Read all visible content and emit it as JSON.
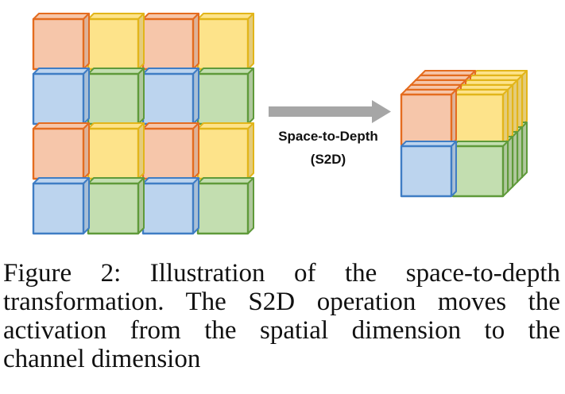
{
  "diagram": {
    "operation_label_line1": "Space-to-Depth",
    "operation_label_line2": "(S2D)",
    "colors": {
      "orange_face": "#f6c6aa",
      "orange_edge": "#e46c1f",
      "yellow_face": "#fde38a",
      "yellow_edge": "#e2b51a",
      "blue_face": "#bcd4ee",
      "blue_edge": "#3f7dc4",
      "green_face": "#c3deb0",
      "green_edge": "#5f9a3a",
      "arrow": "#a6a6a6"
    },
    "input_grid": [
      [
        "orange",
        "yellow",
        "orange",
        "yellow"
      ],
      [
        "blue",
        "green",
        "blue",
        "green"
      ],
      [
        "orange",
        "yellow",
        "orange",
        "yellow"
      ],
      [
        "blue",
        "green",
        "blue",
        "green"
      ]
    ],
    "output_stack_front": [
      [
        "orange",
        "yellow"
      ],
      [
        "blue",
        "green"
      ]
    ]
  },
  "caption": {
    "line1": "Figure 2: Illustration of the space-to-depth",
    "line2": "transformation. The S2D operation moves the",
    "line3": "activation from the spatial dimension to the",
    "line4": "channel dimension"
  }
}
